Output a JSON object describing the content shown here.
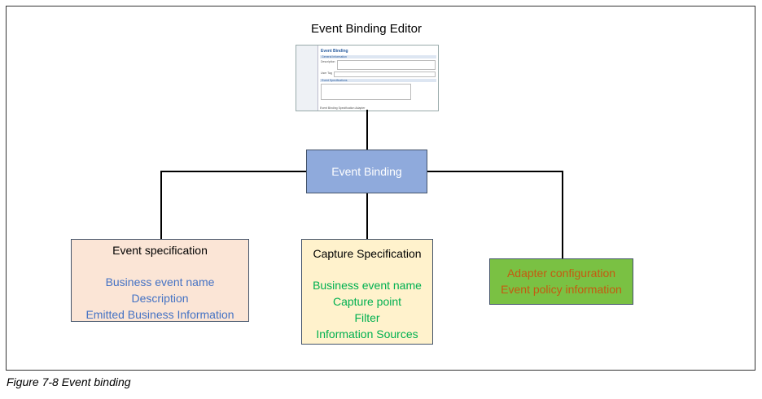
{
  "title": "Event Binding Editor",
  "thumbnail": {
    "header": "Event Binding",
    "section1": "General Information",
    "description_label": "Description",
    "user_tag_label": "User Tag",
    "section2": "Event Specifications",
    "tabs": "Event Binding  Specification  Adapter"
  },
  "root": {
    "label": "Event Binding",
    "fill": "#8faadc"
  },
  "event_spec": {
    "title": "Event specification",
    "items": [
      "Business event name",
      "Description",
      "Emitted Business Information"
    ],
    "fill": "#fbe5d6",
    "text_color": "#4472c4"
  },
  "capture_spec": {
    "title": "Capture Specification",
    "items": [
      "Business event name",
      "Capture point",
      "Filter",
      "Information Sources"
    ],
    "fill": "#fff2cc",
    "text_color": "#00b050"
  },
  "adapter": {
    "items": [
      "Adapter configuration",
      "Event policy information"
    ],
    "fill": "#7ac143",
    "text_color": "#c55a11"
  },
  "caption": "Figure 7-8   Event binding"
}
